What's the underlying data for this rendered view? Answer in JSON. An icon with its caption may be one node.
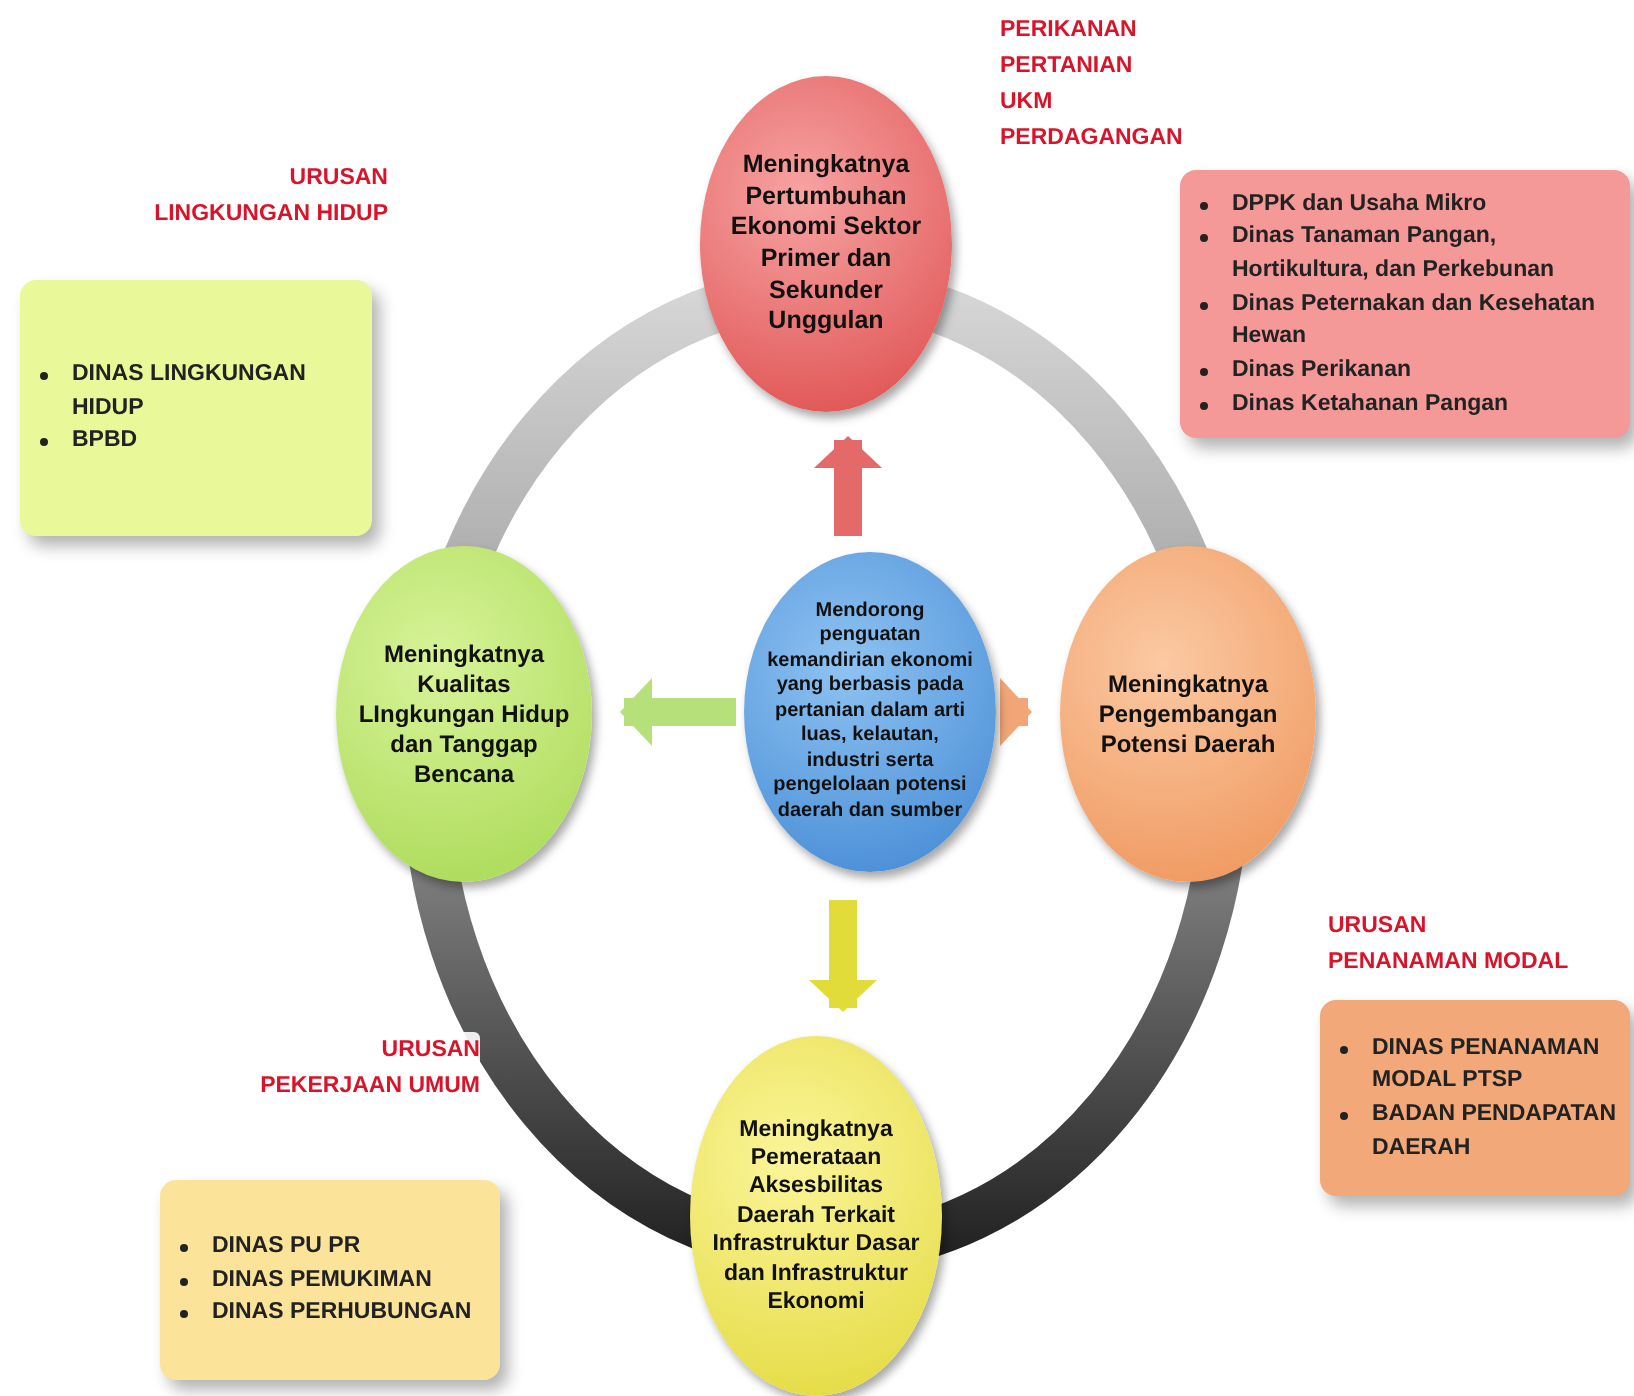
{
  "diagram": {
    "nodes": [
      {
        "text": [
          "Mendorong penguatan kemandirian ekonomi yang berbasis pada pertanian dalam arti luas, kelautan, industri serta pengelolaan potensi daerah dan sumber"
        ]
      },
      {
        "text": [
          "Meningkatnya Pertumbuhan Ekonomi Sektor Primer dan Sekunder Unggulan"
        ]
      },
      {
        "text": [
          "Meningkatnya Pengembangan Potensi Daerah"
        ]
      },
      {
        "text": [
          "Meningkatnya Pemerataan Aksesbilitas Daerah Terkait Infrastruktur Dasar dan Infrastruktur Ekonomi"
        ]
      },
      {
        "text": [
          "Meningkatnya Kualitas LIngkungan Hidup dan Tanggap Bencana"
        ]
      },
      {
        "text": [
          "DPPK dan Usaha Mikro",
          "Dinas Tanaman Pangan, Hortikultura, dan Perkebunan",
          "Dinas Peternakan dan Kesehatan Hewan",
          "Dinas Perikanan",
          "Dinas Ketahanan Pangan"
        ]
      },
      {
        "text": [
          "DINAS LINGKUNGAN HIDUP",
          "BPBD"
        ]
      },
      {
        "text": [
          "DINAS PENANAMAN MODAL PTSP",
          "BADAN PENDAPATAN DAERAH"
        ]
      },
      {
        "text": [
          "DINAS PU PR",
          "DINAS PEMUKIMAN",
          "DINAS PERHUBUNGAN"
        ]
      }
    ],
    "edges": [
      {
        "from": 0,
        "to": 1,
        "arrow": "to",
        "color": "#e46a6a"
      },
      {
        "from": 0,
        "to": 2,
        "arrow": "to",
        "color": "#f2a678"
      },
      {
        "from": 0,
        "to": 3,
        "arrow": "to",
        "color": "#e2dc3a"
      },
      {
        "from": 0,
        "to": 4,
        "arrow": "to",
        "color": "#b6e07a"
      }
    ],
    "labels": [
      "PERIKANAN",
      "PERTANIAN",
      "UKM",
      "PERDAGANGAN",
      "URUSAN LINGKUNGAN HIDUP",
      "URUSAN PENANAMAN MODAL",
      "URUSAN PEKERJAAN UMUM"
    ]
  }
}
